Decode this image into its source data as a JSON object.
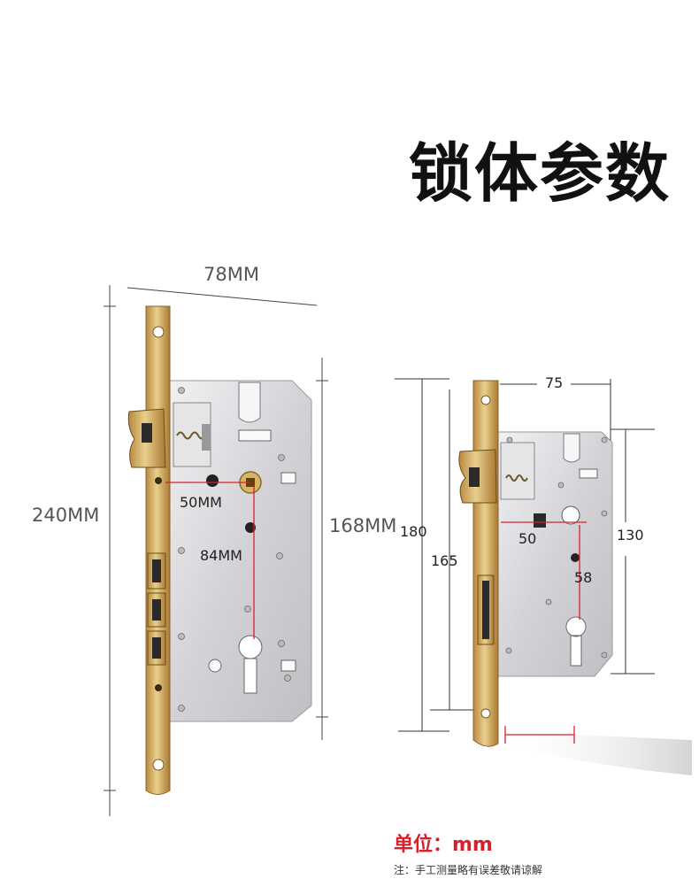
{
  "title": "锁体参数",
  "left_lock": {
    "width_label": "78MM",
    "height_label": "240MM",
    "body_height_label": "168MM",
    "backset_label": "50MM",
    "center_label": "84MM"
  },
  "right_lock": {
    "width_label": "75",
    "faceplate_height_label": "180",
    "body_height_outer_label": "165",
    "body_height_label": "130",
    "backset_label": "50",
    "center_label": "58"
  },
  "unit": "单位：mm",
  "note": "注：手工测量略有误差敬请谅解",
  "colors": {
    "brass": "#c9a45c",
    "steel": "#d9d9dc",
    "accent": "#d9202a"
  }
}
